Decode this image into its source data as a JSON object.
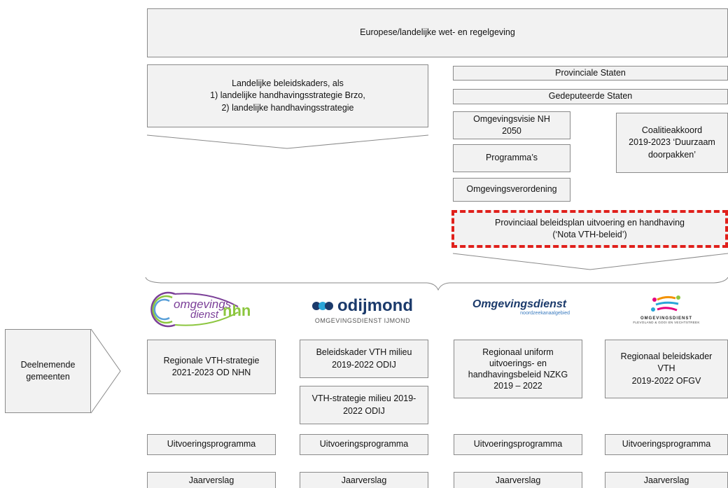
{
  "top": {
    "legislation": "Europese/landelijke wet- en regelgeving"
  },
  "national": {
    "title": "Landelijke beleidskaders, als",
    "items": [
      "1)   landelijke handhavingsstrategie Brzo,",
      "2)   landelijke handhavingsstrategie"
    ]
  },
  "province": {
    "staten": "Provinciale Staten",
    "gedeputeerde": "Gedeputeerde Staten",
    "omgevingsvisie": "Omgevingsvisie NH\n2050",
    "programmas": "Programma’s",
    "verordening": "Omgevingsverordening",
    "coalitie": "Coalitieakkoord\n2019-2023 ‘Duurzaam\ndoorpakken’",
    "beleidsplan": "Provinciaal beleidsplan uitvoering en handhaving\n(‘Nota VTH-beleid’)"
  },
  "left": {
    "gemeenten": "Deelnemende\ngemeenten"
  },
  "logos": {
    "nhn": {
      "text1": "omgevings",
      "text2": "dienst",
      "text3": "nhn"
    },
    "odijmond": {
      "brand": "odijmond",
      "sub": "OMGEVINGSDIENST IJMOND"
    },
    "nzkg": {
      "brand": "Omgevingsdienst",
      "sub": "noordzeekanaalgebied"
    },
    "ofgv": {
      "brand": "OMGEVINGSDIENST",
      "sub": "FLEVOLAND & GOOI EN VECHTSTREEK"
    }
  },
  "columns": [
    {
      "strategy": "Regionale VTH-strategie\n2021-2023 OD NHN",
      "program": "Uitvoeringsprogramma",
      "report": "Jaarverslag"
    },
    {
      "strategy": "Beleidskader VTH milieu\n2019-2022 ODIJ",
      "strategy2": "VTH-strategie milieu 2019-\n2022 ODIJ",
      "program": "Uitvoeringsprogramma",
      "report": "Jaarverslag"
    },
    {
      "strategy": "Regionaal uniform\nuitvoerings- en\nhandhavingsbeleid NZKG\n2019 – 2022",
      "program": "Uitvoeringsprogramma",
      "report": "Jaarverslag"
    },
    {
      "strategy": "Regionaal beleidskader\nVTH\n2019-2022 OFGV",
      "program": "Uitvoeringsprogramma",
      "report": "Jaarverslag"
    }
  ],
  "colors": {
    "box_fill": "#f2f2f2",
    "border": "#8a8a8a",
    "highlight": "#e0201b"
  }
}
